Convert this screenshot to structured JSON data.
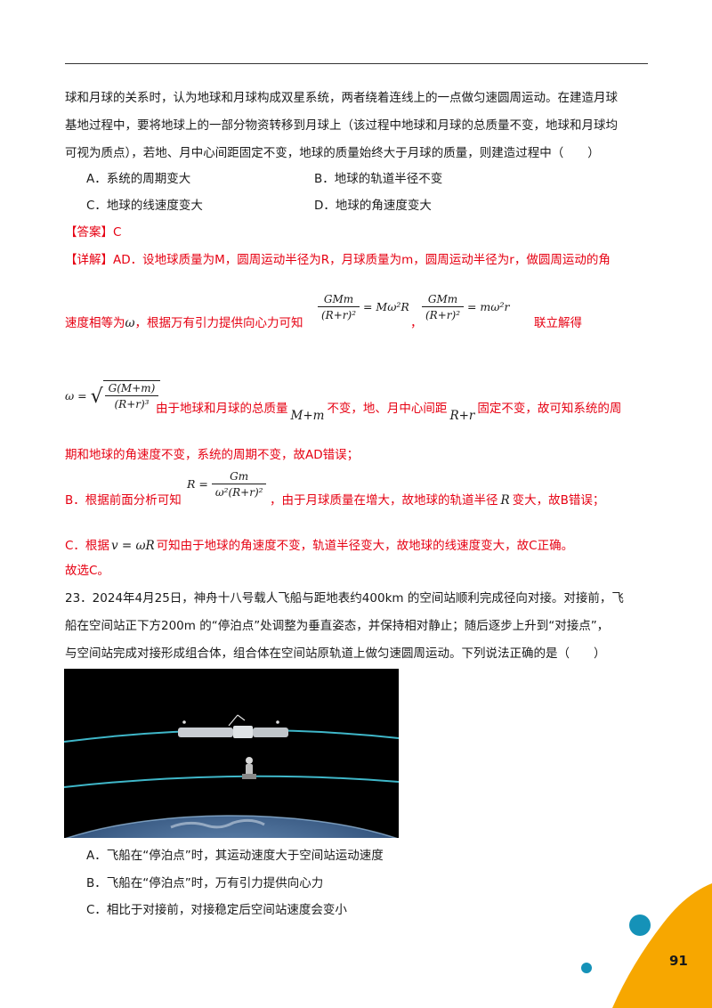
{
  "q22": {
    "stem_l1": "球和月球的关系时，认为地球和月球构成双星系统，两者绕着连线上的一点做匀速圆周运动。在建造月球",
    "stem_l2": "基地过程中，要将地球上的一部分物资转移到月球上（该过程中地球和月球的总质量不变，地球和月球均",
    "stem_l3": "可视为质点），若地、月中心间距固定不变，地球的质量始终大于月球的质量，则建造过程中（　　）",
    "option_a": "A．系统的周期变大",
    "option_b": "B．地球的轨道半径不变",
    "option_c": "C．地球的线速度变大",
    "option_d": "D．地球的角速度变大",
    "answer": "【答案】C",
    "detail_l1": "【详解】AD．设地球质量为M，圆周运动半径为R，月球质量为m，圆周运动半径为r，做圆周运动的角",
    "detail_l2_pre": "速度相等为",
    "detail_l2_omega": "ω",
    "detail_l2_mid": "，根据万有引力提供向心力可知",
    "eq1_num": "GMm",
    "eq1_den": "(R+r)²",
    "eq1_rhs": "= Mω²R",
    "comma": "，",
    "eq2_num": "GMm",
    "eq2_den": "(R+r)²",
    "eq2_rhs": "= mω²r",
    "detail_l2_post": "联立解得",
    "eq3_lhs": "ω =",
    "eq3_num": "G(M+m)",
    "eq3_den": "(R+r)³",
    "detail_l3_a": "由于地球和月球的总质量",
    "detail_l3_mm": "M+m",
    "detail_l3_b": "不变，地、月中心间距",
    "detail_l3_rr": "R+r",
    "detail_l3_c": "固定不变，故可知系统的周",
    "detail_l4": "期和地球的角速度不变，系统的周期不变，故AD错误；",
    "b_pre": "B．根据前面分析可知",
    "eq4_lhs": "R =",
    "eq4_num": "Gm",
    "eq4_den": "ω²(R+r)²",
    "b_post_1": "，由于月球质量在增大，故地球的轨道半径",
    "b_post_R": "R",
    "b_post_2": "变大，故B错误；",
    "c_pre": "C．根据",
    "c_eq": "v = ωR",
    "c_post": "可知由于地球的角速度不变，轨道半径变大，故地球的线速度变大，故C正确。",
    "conclusion": "故选C。"
  },
  "q23": {
    "stem_l1": "23．2024年4月25日，神舟十八号载人飞船与距地表约400km 的空间站顺利完成径向对接。对接前，飞",
    "stem_l2": "船在空间站正下方200m 的“停泊点”处调整为垂直姿态，并保持相对静止；随后逐步上升到“对接点”，",
    "stem_l3": "与空间站完成对接形成组合体，组合体在空间站原轨道上做匀速圆周运动。下列说法正确的是（　　）",
    "option_a": "A．飞船在“停泊点”时，其运动速度大于空间站运动速度",
    "option_b": "B．飞船在“停泊点”时，万有引力提供向心力",
    "option_c": "C．相比于对接前，对接稳定后空间站速度会变小"
  },
  "page_number": "91",
  "colors": {
    "answer_red": "#e60012",
    "corner_orange": "#f7a700",
    "dot_teal": "#1592b8"
  }
}
